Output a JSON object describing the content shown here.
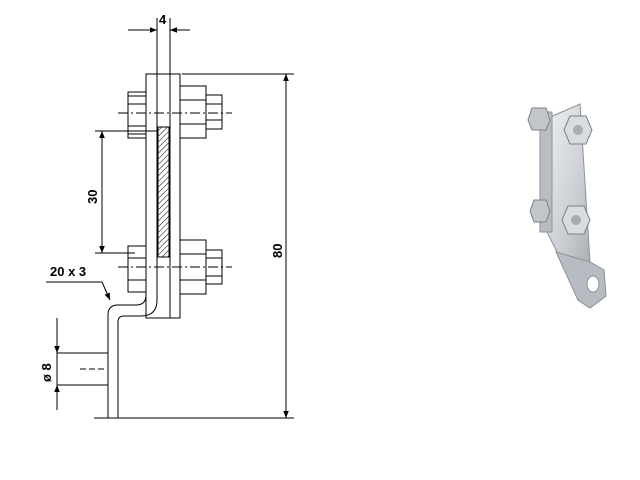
{
  "drawing": {
    "dimensions": {
      "plate_thickness": "4",
      "bolt_spacing": "30",
      "overall_height": "80",
      "flat_bar": "20 x 3",
      "hole_diameter": "ø 8"
    }
  },
  "colors": {
    "line": "#000000",
    "background": "#ffffff",
    "photo_body": "#c9cdd2",
    "photo_shadow": "#8e9399",
    "photo_highlight": "#eef0f2"
  }
}
